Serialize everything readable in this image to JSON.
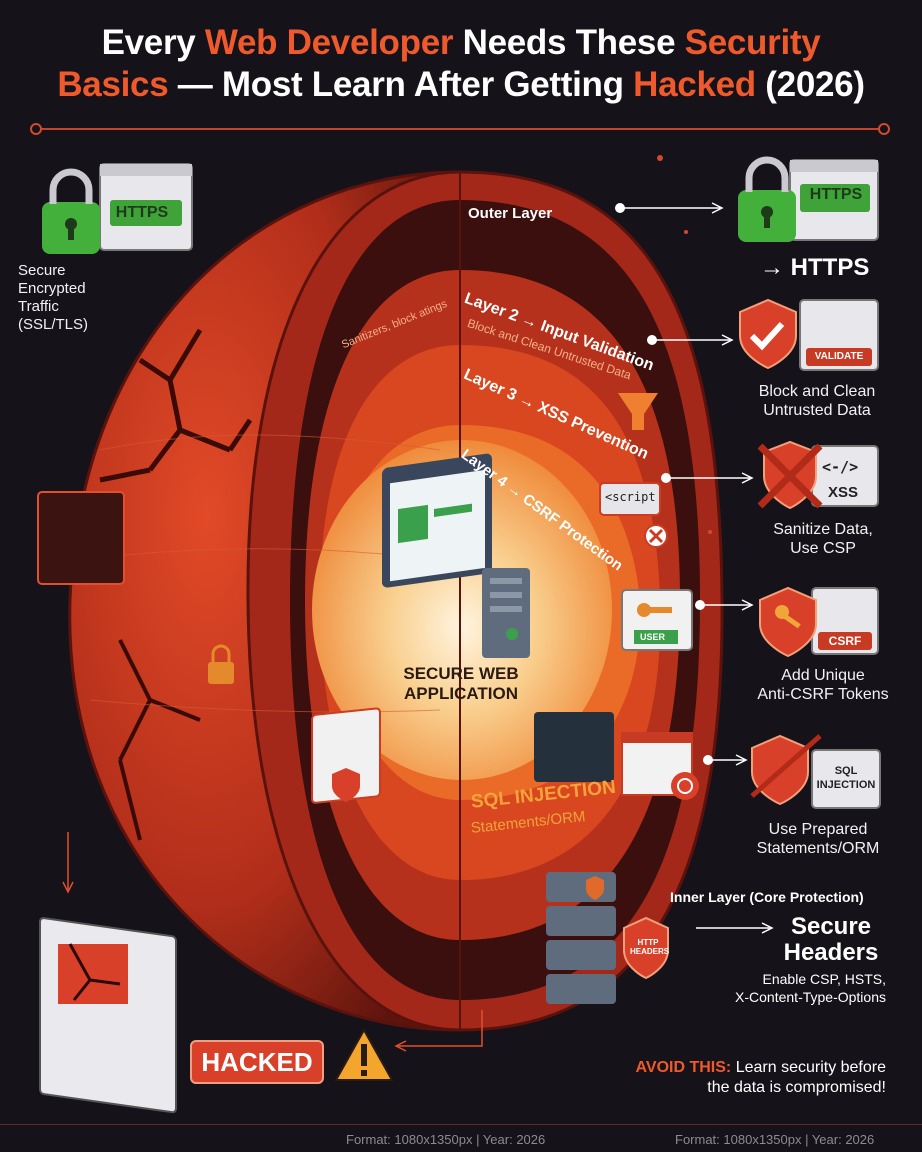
{
  "title": {
    "line1_a": "Every ",
    "line1_b": "Web Developer",
    "line1_c": " Needs These ",
    "line1_d": "Security",
    "line2_a": "Basics",
    "line2_b": " — Most Learn After Getting ",
    "line2_c": "Hacked",
    "line2_d": " (2026)"
  },
  "left": {
    "https_badge": "HTTPS",
    "secure_label": "Secure\nEncrypted\nTraffic\n(SSL/TLS)"
  },
  "layers": {
    "outer": "Outer Layer",
    "layer2": "Layer 2 → Input Validation",
    "layer2_sub": "Block and Clean Untrusted Data",
    "layer3": "Layer 3 → XSS Prevention",
    "layer4": "Layer 4 → CSRF Protection",
    "core_line1": "SECURE WEB",
    "core_line2": "APPLICATION",
    "sql_title": "SQL INJECTION",
    "sql_sub": "Statements/ORM",
    "script_tag": "<script",
    "user_btn": "USER",
    "side_text": "Sanitizers, block atings"
  },
  "right": {
    "https_badge": "HTTPS",
    "https_label": "→ HTTPS",
    "validate_btn": "VALIDATE",
    "validate_label": "Block and Clean\nUntrusted Data",
    "xss_badge": "XSS",
    "xss_code": "<-/>",
    "xss_label": "Sanitize Data,\nUse CSP",
    "csrf_badge": "CSRF",
    "csrf_label": "Add Unique\nAnti-CSRF Tokens",
    "sql_badge": "SQL\nINJECTION",
    "sql_label": "Use Prepared\nStatements/ORM",
    "inner_label": "Inner Layer (Core Protection)",
    "headers_title": "Secure\nHeaders",
    "headers_sub": "Enable CSP, HSTS,\nX-Content-Type-Options",
    "http_headers": "HTTP\nHEADERS"
  },
  "bottom": {
    "hacked": "HACKED",
    "avoid_label": "AVOID THIS:",
    "avoid_text": " Learn security before",
    "avoid_text2": "the data is compromised!",
    "footer_left": "Format: 1080x1350px | Year: 2026",
    "footer_right": "Format: 1080x1350px | Year: 2026"
  },
  "colors": {
    "accent": "#ef5a2c",
    "sphere_dark": "#8e1e14",
    "sphere_mid": "#c9381d",
    "core_glow": "#f7c27a",
    "shield_red": "#d9402a",
    "lock_green": "#3fa33a"
  }
}
